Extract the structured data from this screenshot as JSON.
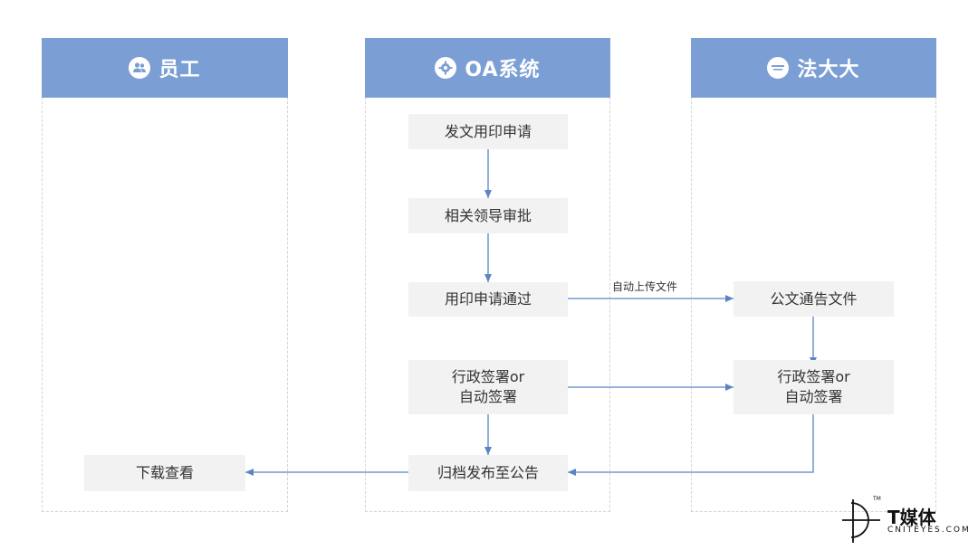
{
  "lanes": [
    {
      "title": "员工",
      "icon": "people-icon"
    },
    {
      "title": "OA系统",
      "icon": "gear-icon"
    },
    {
      "title": "法大大",
      "icon": "fadada-logo-icon"
    }
  ],
  "nodes": {
    "apply": "发文用印申请",
    "leader_approve": "相关领导审批",
    "approved": "用印申请通过",
    "oa_sign_line1": "行政签署or",
    "oa_sign_line2": "自动签署",
    "archive": "归档发布至公告",
    "download": "下载查看",
    "notice_file": "公文通告文件",
    "fdd_sign_line1": "行政签署or",
    "fdd_sign_line2": "自动签署"
  },
  "edge_labels": {
    "auto_upload": "自动上传文件"
  },
  "colors": {
    "header": "#7b9fd4",
    "arrow": "#5b84c4",
    "box": "#f2f2f2"
  },
  "watermark": {
    "brand": "T媒体",
    "url": "CNITEYES.COM",
    "tm": "TM"
  }
}
